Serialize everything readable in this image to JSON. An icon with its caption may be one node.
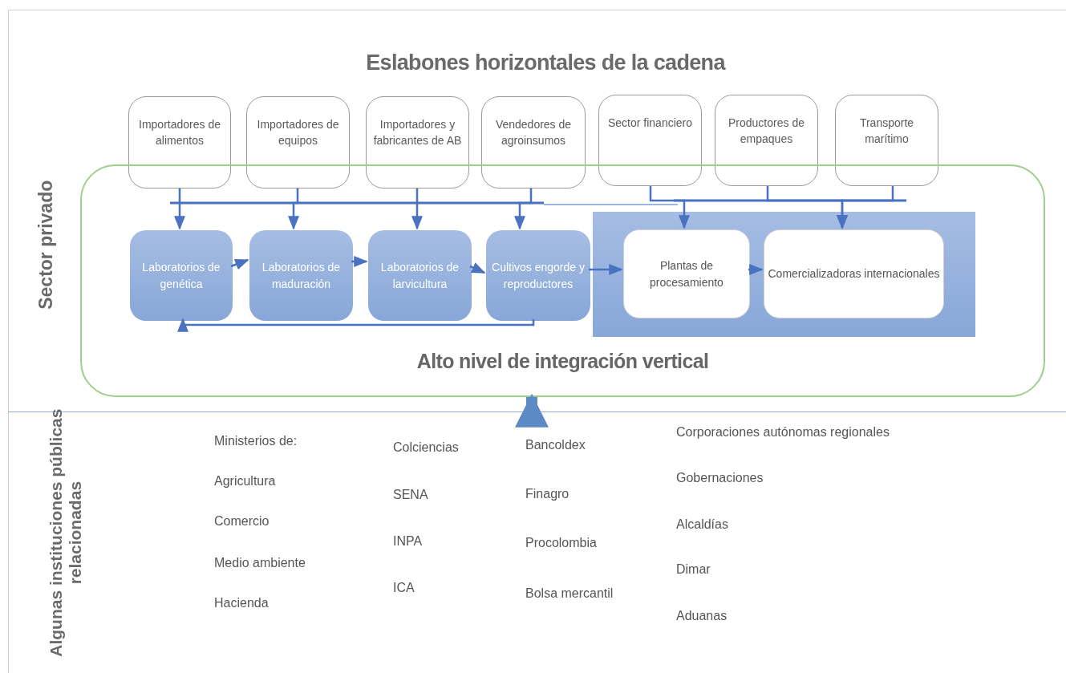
{
  "diagram": {
    "title": "Eslabones horizontales de la cadena",
    "nodes": [
      {
        "text": [
          "Importadores de alimentos"
        ]
      },
      {
        "text": [
          "Importadores de equipos"
        ]
      },
      {
        "text": [
          "Importadores y fabricantes de AB"
        ]
      },
      {
        "text": [
          "Vendedores de agroinsumos"
        ]
      },
      {
        "text": [
          "Sector financiero"
        ]
      },
      {
        "text": [
          "Productores de empaques"
        ]
      },
      {
        "text": [
          "Transporte marítimo"
        ]
      },
      {
        "text": [
          "Alto nivel de integración vertical"
        ]
      },
      {
        "text": [
          "Laboratorios de genética"
        ],
        "in": 7
      },
      {
        "text": [
          "Laboratorios de maduración"
        ],
        "in": 7
      },
      {
        "text": [
          "Laboratorios de larvicultura"
        ],
        "in": 7
      },
      {
        "text": [
          "Cultivos engorde y reproductores"
        ],
        "in": 7
      },
      {
        "text": [],
        "shape": "box",
        "in": 7
      },
      {
        "text": [
          "Plantas de procesamiento"
        ],
        "in": 12
      },
      {
        "text": [
          "Comercializadoras internacionales"
        ],
        "in": 12
      }
    ],
    "edges": [
      {
        "from": 0,
        "to": 8,
        "arrow": "to"
      },
      {
        "from": 1,
        "to": 9,
        "arrow": "to"
      },
      {
        "from": 2,
        "to": 10,
        "arrow": "to"
      },
      {
        "from": 3,
        "to": 11,
        "arrow": "to"
      },
      {
        "from": 4,
        "to": 13,
        "arrow": "to"
      },
      {
        "from": 5,
        "to": 14,
        "arrow": "to"
      },
      {
        "from": 6,
        "to": 14,
        "arrow": "to"
      },
      {
        "from": 8,
        "to": 9,
        "arrow": "to"
      },
      {
        "from": 9,
        "to": 10,
        "arrow": "to"
      },
      {
        "from": 10,
        "to": 11,
        "arrow": "to"
      },
      {
        "from": 11,
        "to": 13,
        "arrow": "to"
      },
      {
        "from": 13,
        "to": 14,
        "arrow": "to"
      },
      {
        "from": 11,
        "to": 8,
        "arrow": "to"
      },
      {
        "from": null,
        "to": 7,
        "arrow": "to",
        "style": "thick"
      }
    ],
    "labels": [
      "Sector privado",
      "Algunas instituciones públicas relacionadas",
      "Ministerios de:",
      "Agricultura",
      "Comercio",
      "Medio ambiente",
      "Hacienda",
      "Colciencias",
      "SENA",
      "INPA",
      "ICA",
      "Bancoldex",
      "Finagro",
      "Procolombia",
      "Bolsa mercantil",
      "Corporaciones autónomas regionales",
      "Gobernaciones",
      "Alcaldías",
      "Dimar",
      "Aduanas"
    ]
  }
}
